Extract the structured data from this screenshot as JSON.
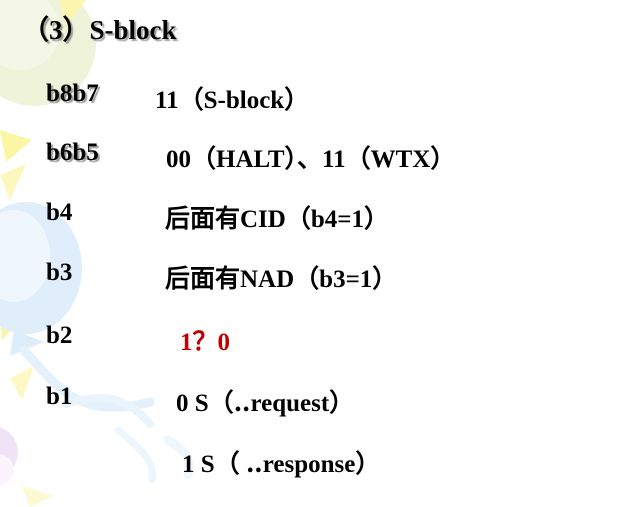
{
  "slide": {
    "title": "（3）S-block",
    "background_color": "#FFFFFF",
    "text_color": "#000000",
    "accent_red": "#C00000",
    "decor_green": "#EDF2D8",
    "decor_yellow": "#FAF3A0",
    "decor_blue": "#DCEDF9",
    "decor_lavender": "#EADCF2"
  },
  "rows": [
    {
      "label": "b8b7",
      "value": "11（S-block）"
    },
    {
      "label": "b6b5",
      "value": "00（HALT）、11（WTX）"
    },
    {
      "label": "b4",
      "value": "后面有CID（b4=1）"
    },
    {
      "label": "b3",
      "value": "后面有NAD（b3=1）"
    },
    {
      "label": "b2",
      "value": "1？0"
    },
    {
      "label": "b1",
      "value": "0 S（‥request）"
    },
    {
      "label": "",
      "value": "1 S（ ‥response）"
    }
  ]
}
